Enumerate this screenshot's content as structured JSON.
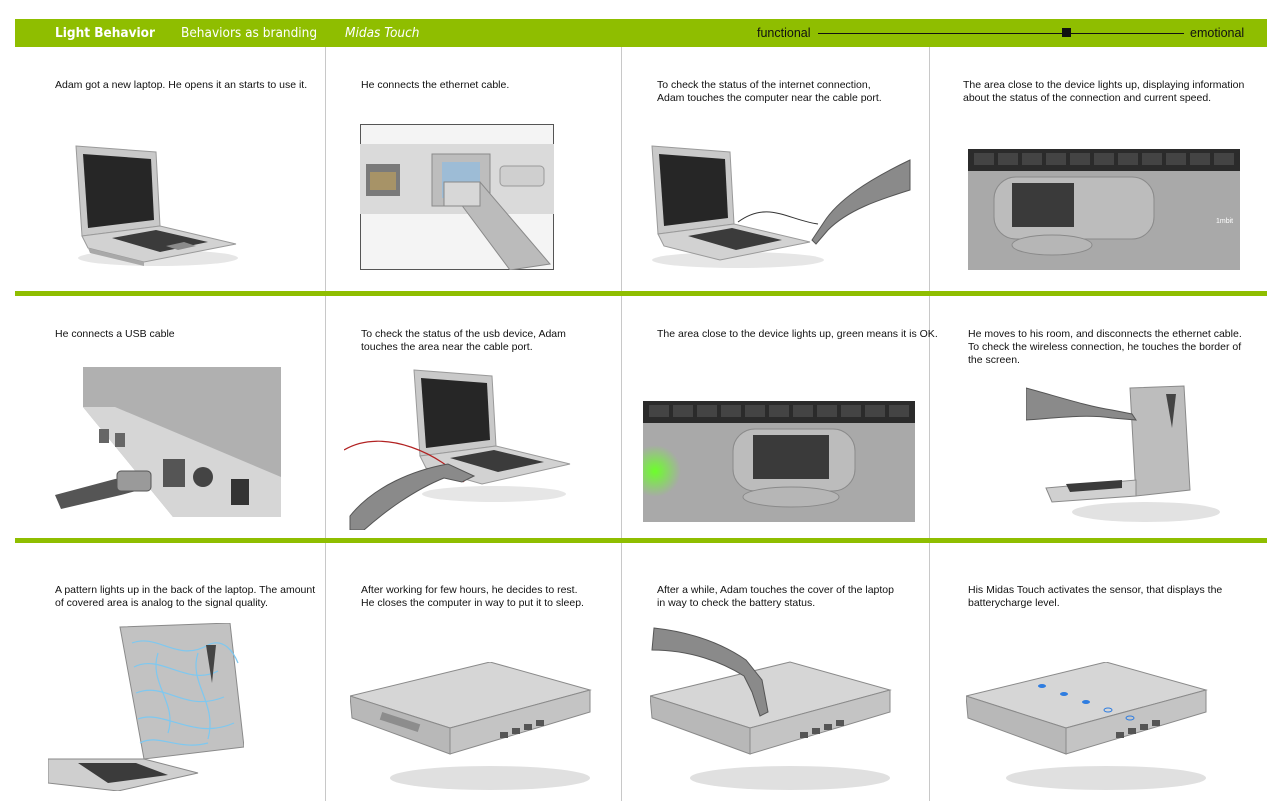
{
  "header": {
    "title": "Light Behavior",
    "subtitle": "Behaviors as branding",
    "section": "Midas Touch",
    "scale_left": "functional",
    "scale_right": "emotional",
    "scale_position": 0.68
  },
  "colors": {
    "accent": "#8fbe00"
  },
  "panels": [
    {
      "lines": [
        "Adam got a new laptop.  He opens it an starts to use it."
      ],
      "illustration": "open-laptop"
    },
    {
      "lines": [
        "He connects the ethernet cable."
      ],
      "illustration": "ethernet-plug-closeup"
    },
    {
      "lines": [
        "To check the status of the internet connection,",
        "Adam touches the computer near the cable port."
      ],
      "illustration": "laptop-hand-touch"
    },
    {
      "lines": [
        "The area close to the device lights up,  displaying information",
        "about the status of the connection and current speed."
      ],
      "illustration": "touchpad-closeup",
      "badge": "1mbit"
    },
    {
      "lines": [
        "He connects a USB cable"
      ],
      "illustration": "usb-plug-closeup"
    },
    {
      "lines": [
        "To check the status of the usb device, Adam",
        "touches the area near the cable port."
      ],
      "illustration": "laptop-hand-usb"
    },
    {
      "lines": [
        "The area close to the device lights up,  green means it is OK."
      ],
      "illustration": "touchpad-green-glow"
    },
    {
      "lines": [
        "He moves to his room, and disconnects the ethernet cable.",
        "To check the wireless connection, he touches the border of",
        "the screen."
      ],
      "illustration": "laptop-back-hand"
    },
    {
      "lines": [
        "A pattern lights up in the back of the laptop. The amount",
        "of covered area is analog to the signal quality."
      ],
      "illustration": "laptop-back-pattern"
    },
    {
      "lines": [
        "After working for few hours, he decides to rest.",
        "He closes the computer in way to put it to sleep."
      ],
      "illustration": "closed-laptop"
    },
    {
      "lines": [
        "After a while, Adam touches the cover of the laptop",
        "in way to check the battery status."
      ],
      "illustration": "closed-laptop-hand"
    },
    {
      "lines": [
        "His Midas Touch activates the sensor, that displays the",
        "batterycharge level."
      ],
      "illustration": "closed-laptop-battery"
    }
  ]
}
